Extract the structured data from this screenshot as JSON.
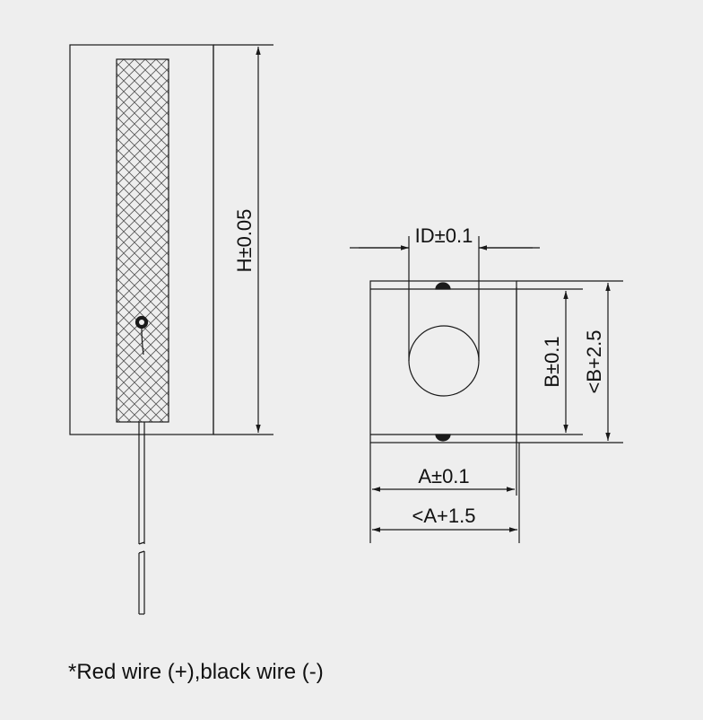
{
  "side_view": {
    "height_label": "H±0.05"
  },
  "top_view": {
    "id_label": "ID±0.1",
    "b_label": "B±0.1",
    "b_outer_label": "<B+2.5",
    "a_label": "A±0.1",
    "a_outer_label": "<A+1.5"
  },
  "note": "*Red wire (+),black wire (-)",
  "colors": {
    "background": "#eeeeee",
    "line": "#1a1a1a",
    "hatch": "#555555"
  }
}
